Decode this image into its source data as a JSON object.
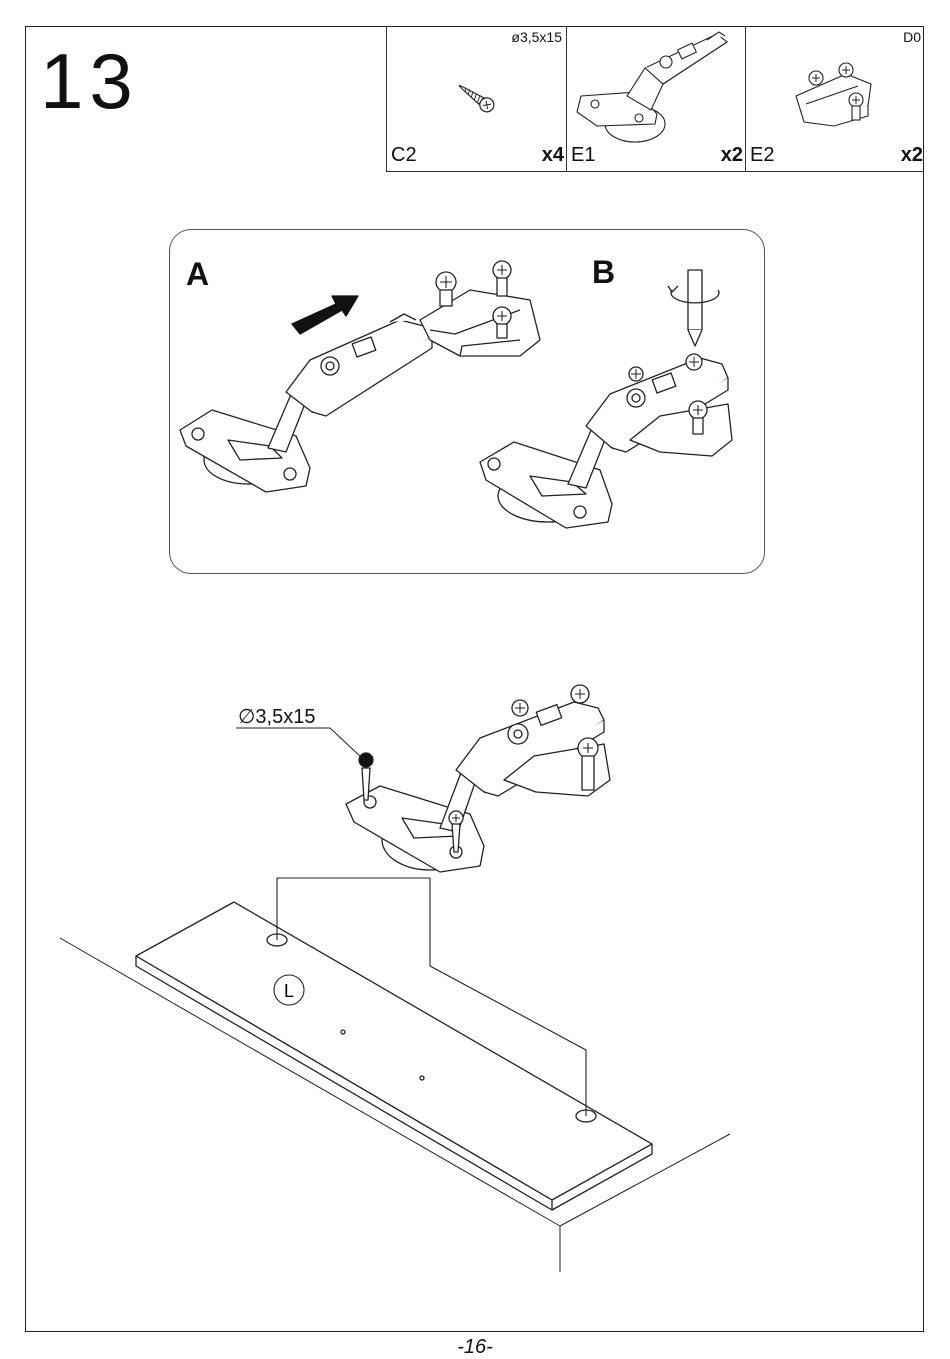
{
  "step": {
    "number": "13"
  },
  "parts": [
    {
      "code": "C2",
      "qty": "x4",
      "spec": "ø3,5x15",
      "icon": "screw-icon"
    },
    {
      "code": "E1",
      "qty": "x2",
      "spec": "",
      "icon": "hinge-icon"
    },
    {
      "code": "E2",
      "qty": "x2",
      "spec": "D0",
      "icon": "mounting-plate-icon"
    }
  ],
  "detail": {
    "label_a": "A",
    "label_b": "B"
  },
  "main": {
    "dimension_label": "∅3,5x15",
    "panel_marker": "L"
  },
  "footer": {
    "page": "-16-"
  }
}
